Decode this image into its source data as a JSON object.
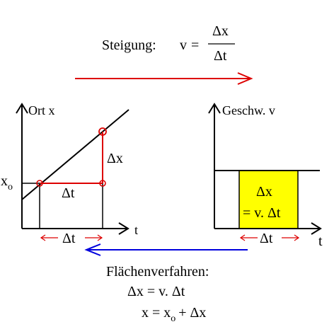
{
  "top": {
    "label": "Steigung:",
    "v": "v",
    "eq": "=",
    "num": "Δx",
    "den": "Δt",
    "arrow_color": "#dd0000"
  },
  "left_graph": {
    "ylabel": "Ort x",
    "xlabel": "t",
    "x0_main": "x",
    "x0_sub": "o",
    "dt_inside": "Δt",
    "dx": "Δx",
    "dt_bottom": "Δt",
    "line_color": "#000000",
    "highlight_color": "#dd0000"
  },
  "right_graph": {
    "ylabel": "Geschw. v",
    "xlabel": "t",
    "box_line1": "Δx",
    "box_line2": "= v. Δt",
    "dt_bottom": "Δt",
    "box_color": "#ffff00"
  },
  "bottom": {
    "arrow_color": "#0000dd",
    "title": "Flächenverfahren:",
    "formula1": "Δx = v. Δt",
    "formula2_lhs": "x = x",
    "formula2_sub": "o",
    "formula2_rhs": "+  Δx"
  }
}
